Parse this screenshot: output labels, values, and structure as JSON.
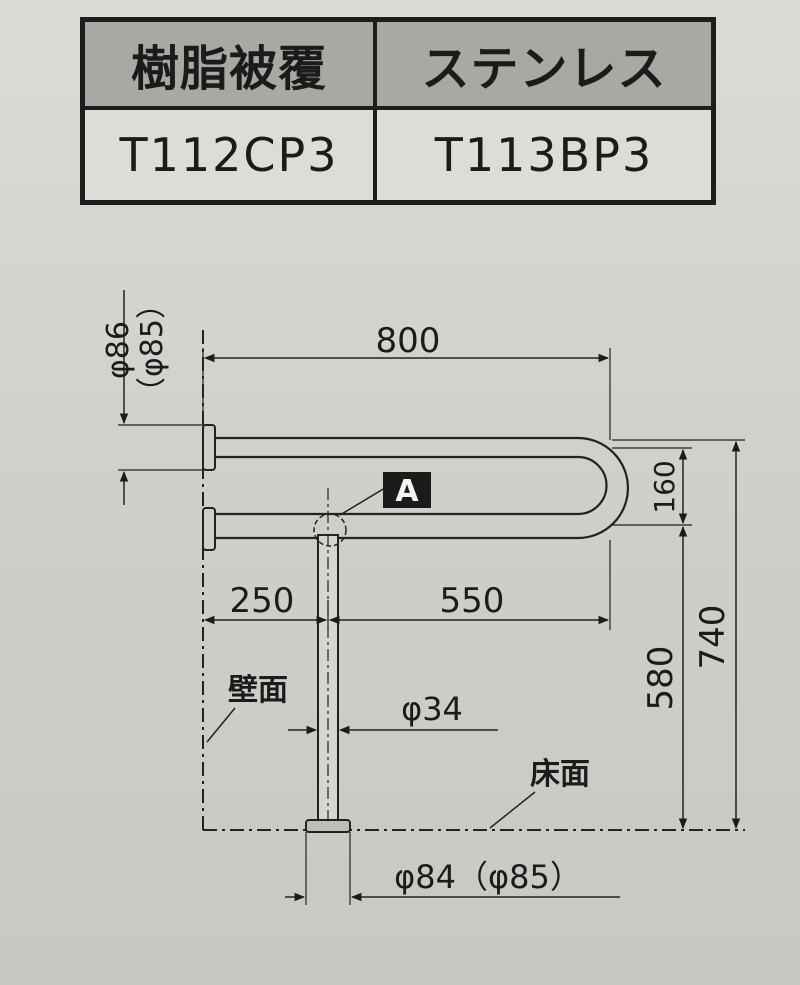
{
  "table": {
    "headers": [
      "樹脂被覆",
      "ステンレス"
    ],
    "models": [
      "T112CP3",
      "T113BP3"
    ]
  },
  "drawing": {
    "flange_dia": "φ86",
    "flange_dia_alt": "（φ85）",
    "width_total": "800",
    "detail_marker": "A",
    "height_gap": "160",
    "offset_wall": "250",
    "offset_span": "550",
    "wall_label": "壁面",
    "pipe_dia": "φ34",
    "floor_label": "床面",
    "height_lower": "580",
    "height_total": "740",
    "base_dia": "φ84（φ85）"
  }
}
